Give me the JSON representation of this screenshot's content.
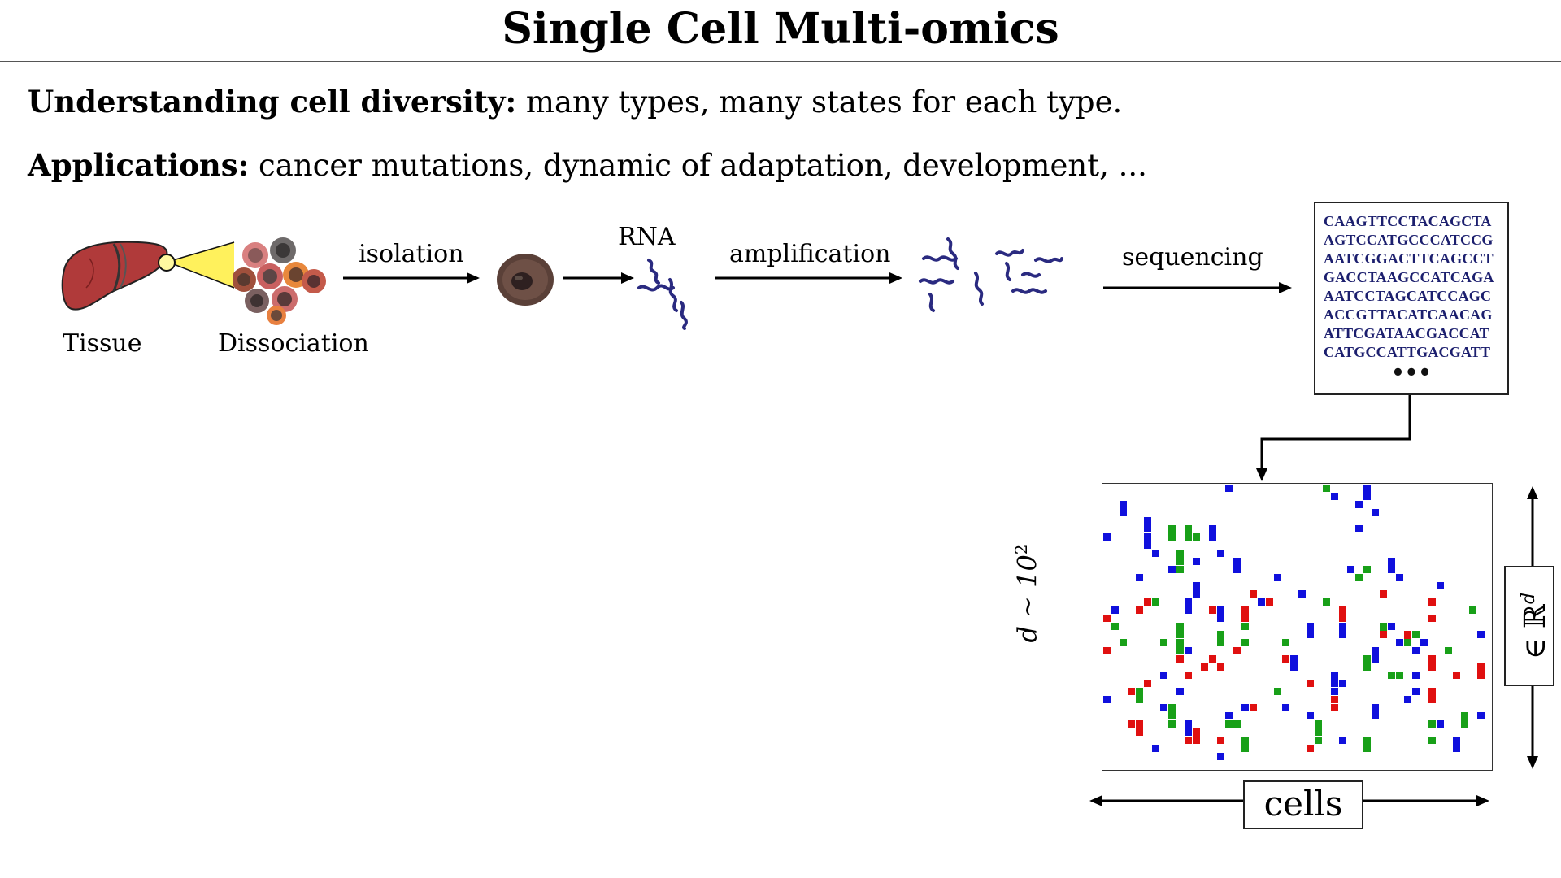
{
  "title": "Single Cell Multi-omics",
  "bullets": [
    {
      "bold": "Understanding cell diversity:",
      "text": " many types, many states for each type."
    },
    {
      "bold": "Applications:",
      "text": " cancer mutations, dynamic of adaptation, development, ..."
    }
  ],
  "pipeline": {
    "tissue_label": "Tissue",
    "dissociation_label": "Dissociation",
    "isolation_label": "isolation",
    "rna_label": "RNA",
    "amplification_label": "amplification",
    "sequencing_label": "sequencing"
  },
  "sequences": [
    "CAAGTTCCTACAGCTA",
    "AGTCCATGCCCATCCG",
    "AATCGGACTTCAGCCT",
    "GACCTAAGCCATCAGA",
    "AATCCTAGCATCCAGC",
    "ACCGTTACATCAACAG",
    "ATTCGATAACGACCAT",
    "CATGCCATTGACGATT"
  ],
  "sequences_ellipsis": "•••",
  "matrix": {
    "y_label": "d ∼ 10",
    "y_label_exp": "2",
    "x_label": "cells",
    "space_label": "∈ ℝ",
    "space_label_exp": "d",
    "colors": {
      "blue": "#1010dd",
      "green": "#18a018",
      "red": "#e01010"
    }
  }
}
